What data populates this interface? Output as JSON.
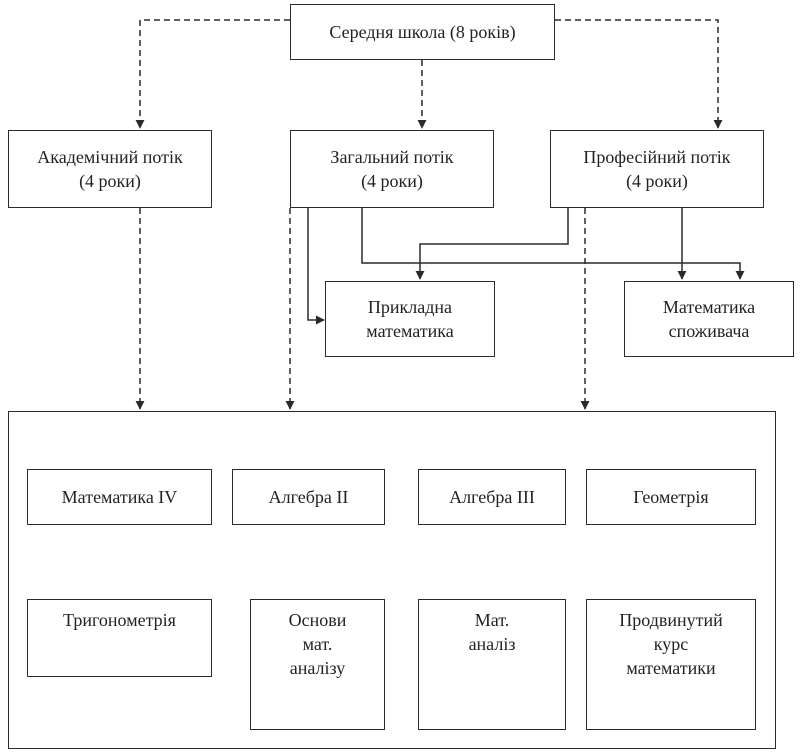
{
  "top_node": {
    "label": "Середня школа (8 років)"
  },
  "streams": {
    "academic": {
      "line1": "Академічний потік",
      "line2": "(4 роки)"
    },
    "general": {
      "line1": "Загальний потік",
      "line2": "(4 роки)"
    },
    "professional": {
      "line1": "Професійний потік",
      "line2": "(4 роки)"
    }
  },
  "special_courses": {
    "applied": {
      "line1": "Прикладна",
      "line2": "математика"
    },
    "consumer": {
      "line1": "Математика",
      "line2": "споживача"
    }
  },
  "courses": {
    "math4": "Математика IV",
    "algebra2": "Алгебра II",
    "algebra3": "Алгебра III",
    "geometry": "Геометрія",
    "trigonometry": "Тригонометрія",
    "calc_basics": {
      "line1": "Основи",
      "line2": "мат.",
      "line3": "аналізу"
    },
    "calculus": {
      "line1": "Мат.",
      "line2": "аналіз"
    },
    "advanced": {
      "line1": "Продвинутий",
      "line2": "курс",
      "line3": "математики"
    }
  }
}
